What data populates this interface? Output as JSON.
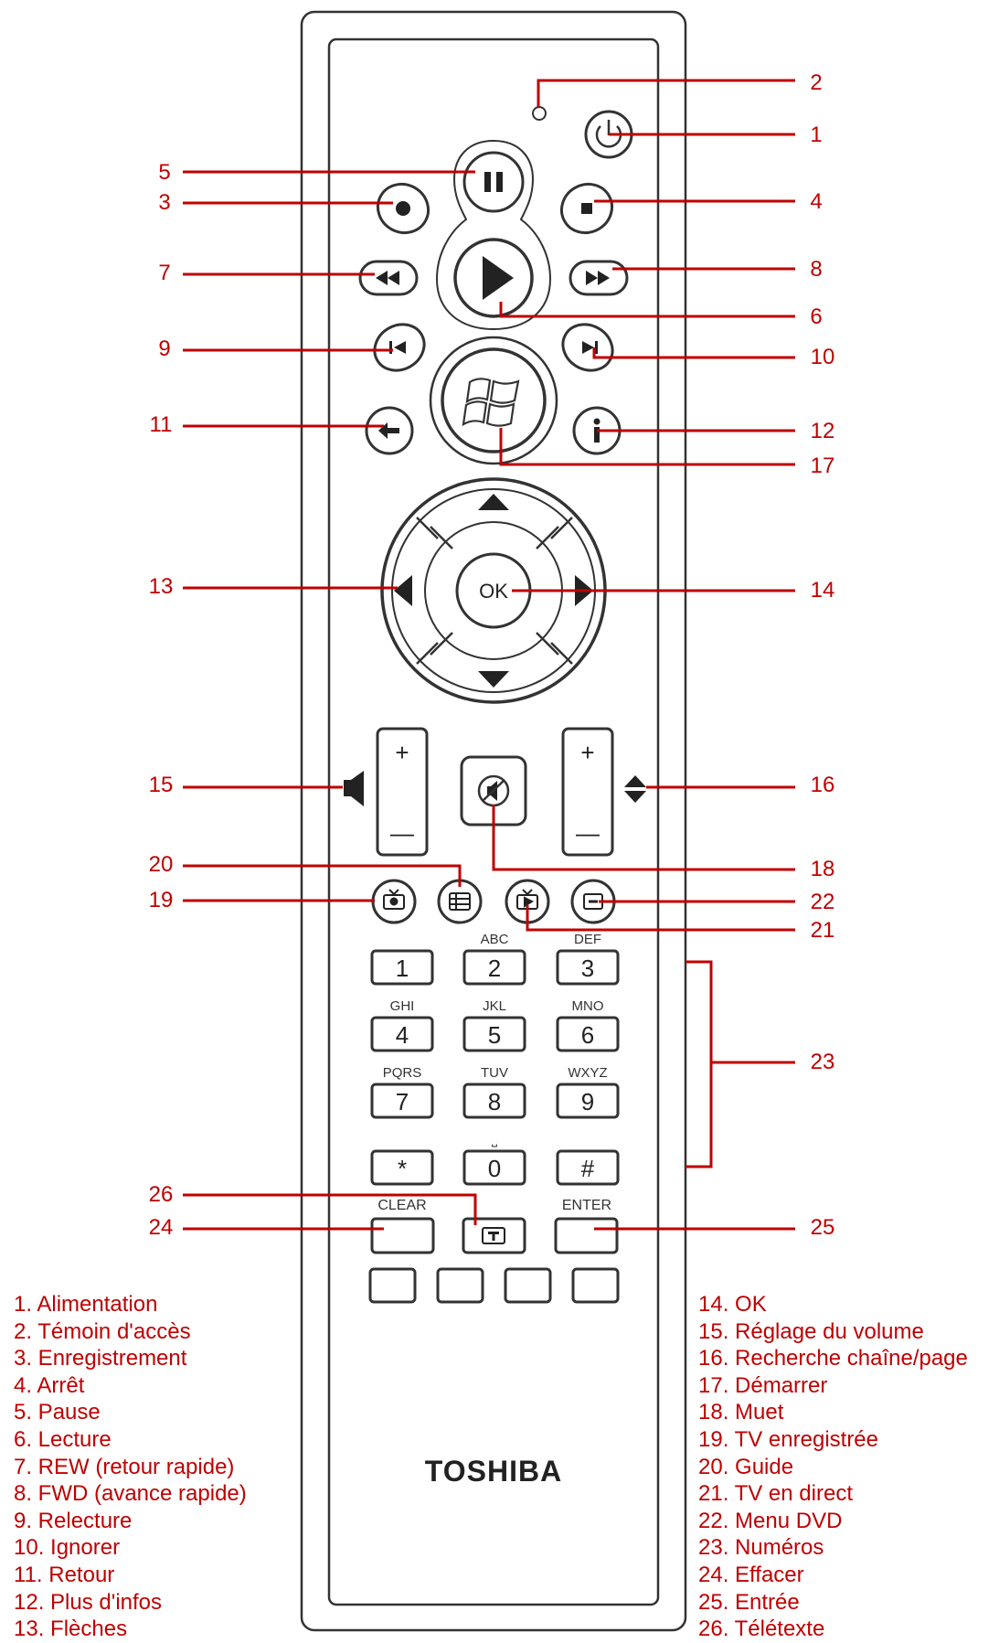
{
  "remote": {
    "brand": "TOSHIBA",
    "ok_label": "OK",
    "clear_label": "CLEAR",
    "enter_label": "ENTER",
    "plus_sign": "+",
    "minus_sign": "—",
    "keypad": {
      "keys": [
        {
          "digit": "1",
          "letters": ""
        },
        {
          "digit": "2",
          "letters": "ABC"
        },
        {
          "digit": "3",
          "letters": "DEF"
        },
        {
          "digit": "4",
          "letters": "GHI"
        },
        {
          "digit": "5",
          "letters": "JKL"
        },
        {
          "digit": "6",
          "letters": "MNO"
        },
        {
          "digit": "7",
          "letters": "PQRS"
        },
        {
          "digit": "8",
          "letters": "TUV"
        },
        {
          "digit": "9",
          "letters": "WXYZ"
        },
        {
          "digit": "*",
          "letters": ""
        },
        {
          "digit": "0",
          "letters": "⎵"
        },
        {
          "digit": "#",
          "letters": ""
        }
      ]
    }
  },
  "callouts": [
    "1",
    "2",
    "3",
    "4",
    "5",
    "6",
    "7",
    "8",
    "9",
    "10",
    "11",
    "12",
    "13",
    "14",
    "15",
    "16",
    "17",
    "18",
    "19",
    "20",
    "21",
    "22",
    "23",
    "24",
    "25",
    "26"
  ],
  "legend": {
    "left": [
      "1. Alimentation",
      "2. Témoin d'accès",
      "3. Enregistrement",
      "4. Arrêt",
      "5. Pause",
      "6. Lecture",
      "7. REW (retour rapide)",
      "8. FWD (avance rapide)",
      "9. Relecture",
      "10. Ignorer",
      "11. Retour",
      "12. Plus d'infos",
      "13. Flèches"
    ],
    "right": [
      "14. OK",
      "15. Réglage du volume",
      "16. Recherche chaîne/page",
      "17. Démarrer",
      "18. Muet",
      "19. TV enregistrée",
      "20. Guide",
      "21. TV en direct",
      "22. Menu DVD",
      "23. Numéros",
      "24. Effacer",
      "25. Entrée",
      "26. Télétexte"
    ]
  },
  "colors": {
    "callout": "#c00000",
    "outline": "#333333"
  }
}
